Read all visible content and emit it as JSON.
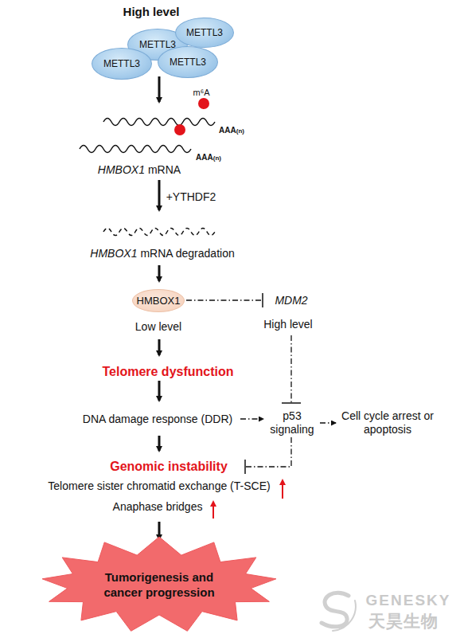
{
  "diagram": {
    "nodes": [
      {
        "text": [
          "METTL3"
        ]
      },
      {
        "text": [
          "METTL3"
        ]
      },
      {
        "text": [
          "METTL3"
        ]
      },
      {
        "text": [
          "METTL3"
        ]
      },
      {
        "text": [
          "HMBOX1"
        ]
      },
      {
        "text": [
          "Tumorigenesis and cancer progression"
        ]
      }
    ],
    "labels": [
      "High level",
      "m⁶A",
      "AAA",
      "(n)",
      "AAA",
      "(n)",
      "HMBOX1",
      "mRNA",
      "+YTHDF2",
      "HMBOX1",
      "mRNA degradation",
      "Low level",
      "MDM2",
      "High level",
      "Telomere dysfunction",
      "DNA damage response (DDR)",
      "p53 signaling",
      "Cell cycle arrest or apoptosis",
      "Genomic instability",
      "Telomere sister chromatid exchange (T-SCE)",
      "Anaphase bridges",
      "GENESKY",
      "天昊生物"
    ]
  }
}
